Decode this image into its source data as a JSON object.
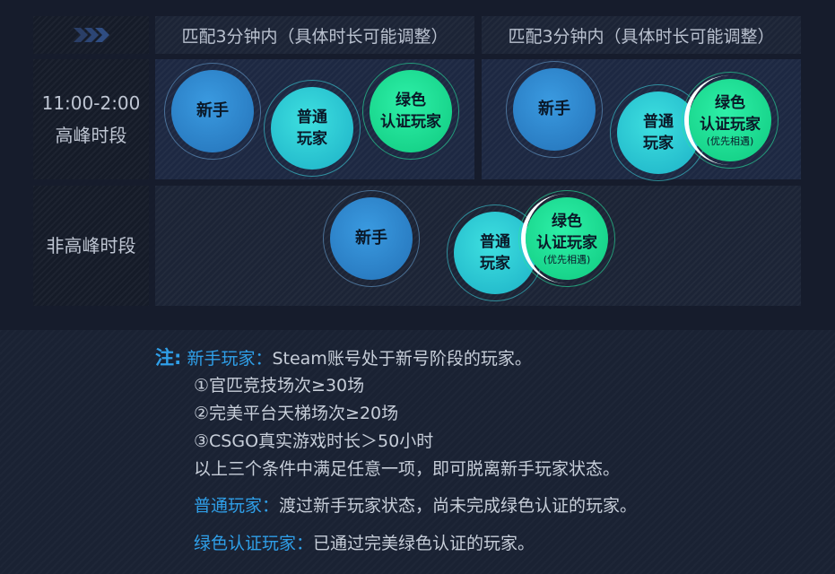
{
  "table": {
    "header": {
      "col1": "匹配3分钟内（具体时长可能调整）",
      "col2": "匹配3分钟内（具体时长可能调整）"
    },
    "rows": {
      "peak": {
        "time": "11:00-2:00",
        "label": "高峰时段"
      },
      "offpeak": {
        "label": "非高峰时段"
      }
    },
    "bubbles": {
      "novice": "新手",
      "normal_line1": "普通",
      "normal_line2": "玩家",
      "green_line1": "绿色",
      "green_line2": "认证玩家",
      "priority": "(优先相遇)"
    }
  },
  "notes": {
    "prefix": "注:",
    "novice_title": "新手玩家：",
    "novice_desc": "Steam账号处于新号阶段的玩家。",
    "cond1": "①官匹竞技场次≥30场",
    "cond2": "②完美平台天梯场次≥20场",
    "cond3": "③CSGO真实游戏时长＞50小时",
    "cond_summary": "以上三个条件中满足任意一项，即可脱离新手玩家状态。",
    "normal_title": "普通玩家：",
    "normal_desc": "渡过新手玩家状态，尚未完成绿色认证的玩家。",
    "green_title": "绿色认证玩家：",
    "green_desc": "已通过完美绿色认证的玩家。"
  },
  "colors": {
    "accent_blue": "#2f9fe8",
    "novice": "#2a82c8",
    "normal": "#22c4d4",
    "green": "#14d98e"
  }
}
